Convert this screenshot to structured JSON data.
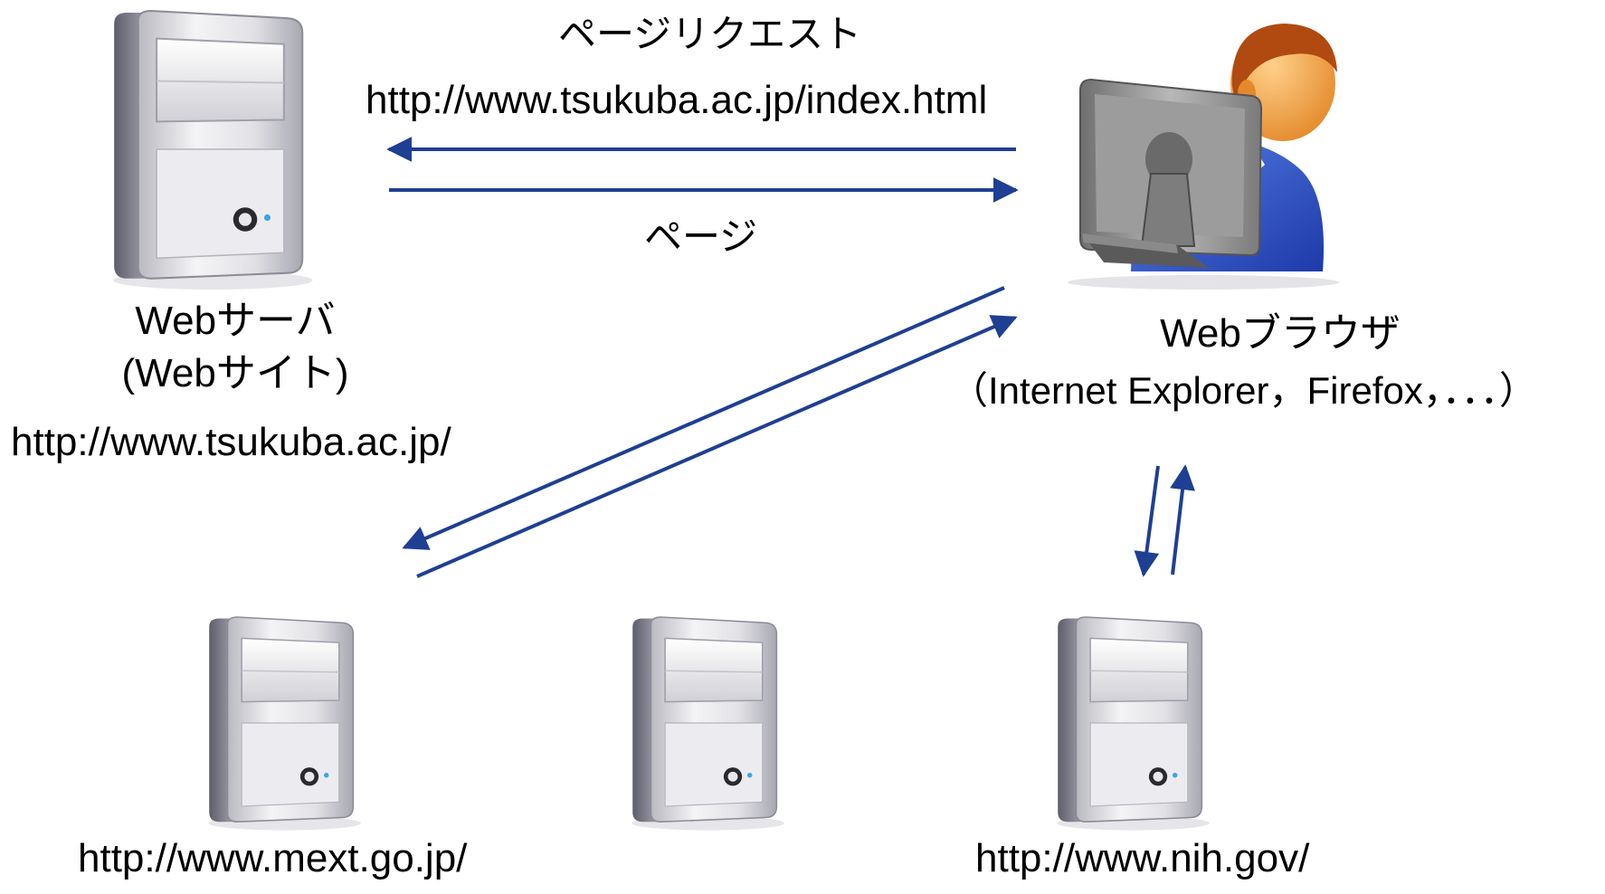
{
  "labels": {
    "request_label": "ページリクエスト",
    "request_url": "http://www.tsukuba.ac.jp/index.html",
    "response_label": "ページ",
    "web_server_title": "Webサーバ",
    "web_server_subtitle": "(Webサイト)",
    "web_server_url": "http://www.tsukuba.ac.jp/",
    "browser_title": "Webブラウザ",
    "browser_examples": "（Internet Explorer，Firefox，．．．）",
    "server_mext_url": "http://www.mext.go.jp/",
    "server_nih_url": "http://www.nih.gov/"
  },
  "colors": {
    "arrow": "#1f3f93",
    "tower_body": "#d4d4d8",
    "tower_side": "#7a7a86",
    "person_face": "#f2a24a",
    "person_hair": "#b04a10",
    "person_suit": "#2f56c9",
    "person_tie": "#d01818",
    "monitor": "#8a8a8a"
  },
  "icons": [
    "server-tower-icon",
    "user-at-computer-icon"
  ]
}
